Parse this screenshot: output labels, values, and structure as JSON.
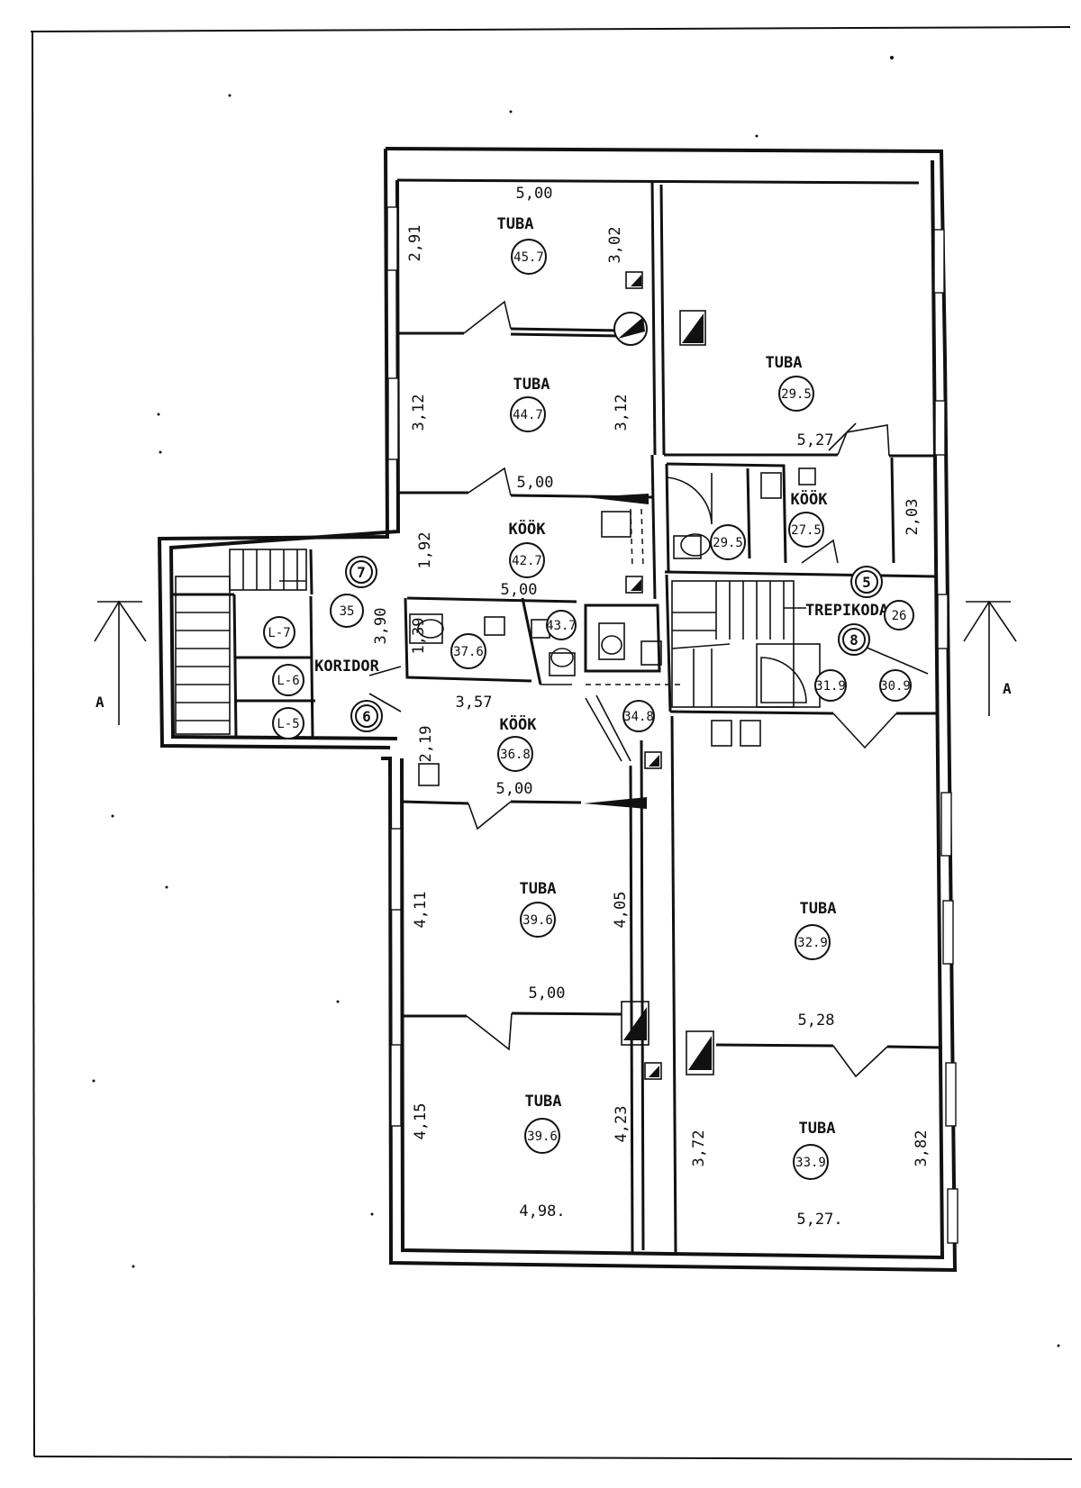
{
  "section_marker": "A",
  "rooms": [
    {
      "id": "tuba-457",
      "name": "TUBA",
      "code": "45.7"
    },
    {
      "id": "tuba-447",
      "name": "TUBA",
      "code": "44.7"
    },
    {
      "id": "tuba-295",
      "name": "TUBA",
      "code": "29.5"
    },
    {
      "id": "kook-427",
      "name": "KÖÖK",
      "code": "42.7"
    },
    {
      "id": "wc-295",
      "name": "",
      "code": "29.5"
    },
    {
      "id": "kook-275",
      "name": "KÖÖK",
      "code": "27.5"
    },
    {
      "id": "trepikoda-26",
      "name": "TREPIKODA",
      "code": "26"
    },
    {
      "id": "koridor-35",
      "name": "KORIDOR",
      "code": "35"
    },
    {
      "id": "l7",
      "name": "",
      "code": "L-7"
    },
    {
      "id": "l6",
      "name": "",
      "code": "L-6"
    },
    {
      "id": "l5",
      "name": "",
      "code": "L-5"
    },
    {
      "id": "wc-376",
      "name": "",
      "code": "37.6"
    },
    {
      "id": "wc-437",
      "name": "",
      "code": "43.7"
    },
    {
      "id": "kook-368",
      "name": "KÖÖK",
      "code": "36.8"
    },
    {
      "id": "wc-348",
      "name": "",
      "code": "34.8"
    },
    {
      "id": "wc-319",
      "name": "",
      "code": "31.9"
    },
    {
      "id": "wc-309",
      "name": "",
      "code": "30.9"
    },
    {
      "id": "tuba-396a",
      "name": "TUBA",
      "code": "39.6"
    },
    {
      "id": "tuba-329",
      "name": "TUBA",
      "code": "32.9"
    },
    {
      "id": "tuba-396b",
      "name": "TUBA",
      "code": "39.6"
    },
    {
      "id": "tuba-339",
      "name": "TUBA",
      "code": "33.9"
    }
  ],
  "apartment_numbers": [
    "7",
    "6",
    "5",
    "8"
  ],
  "dimensions": [
    "5,00",
    "2,91",
    "3,02",
    "3,12",
    "3,12",
    "5,00",
    "5,27",
    "2,03",
    "1,92",
    "5,00",
    "3,90",
    "1,39",
    "3,57",
    "2,19",
    "5,00",
    "4,11",
    "4,05",
    "5,00",
    "5,28",
    "4,15",
    "4,23",
    "4,98.",
    "3,72",
    "3,82",
    "5,27."
  ]
}
